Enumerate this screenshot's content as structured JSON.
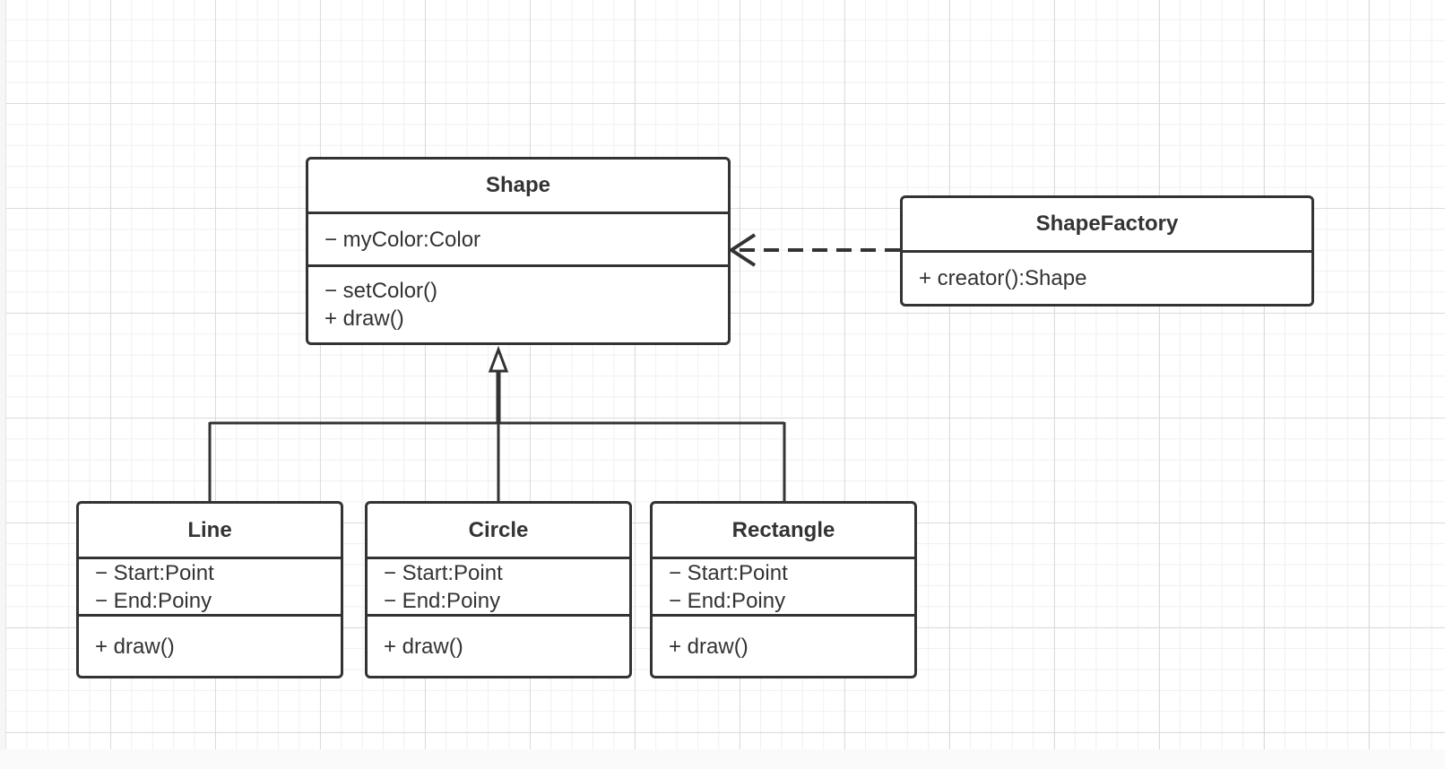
{
  "diagram": {
    "shape": {
      "name": "Shape",
      "attributes": [
        "− myColor:Color"
      ],
      "methods": [
        "− setColor()",
        "+ draw()"
      ]
    },
    "factory": {
      "name": "ShapeFactory",
      "methods": [
        "+ creator():Shape"
      ]
    },
    "line": {
      "name": "Line",
      "attributes": [
        "− Start:Point",
        "− End:Poiny"
      ],
      "methods": [
        "+ draw()"
      ]
    },
    "circle": {
      "name": "Circle",
      "attributes": [
        "− Start:Point",
        "− End:Poiny"
      ],
      "methods": [
        "+ draw()"
      ]
    },
    "rectangle": {
      "name": "Rectangle",
      "attributes": [
        "− Start:Point",
        "− End:Poiny"
      ],
      "methods": [
        "+ draw()"
      ]
    }
  },
  "colors": {
    "stroke": "#333333",
    "grid_major": "#dcdcdc",
    "grid_minor": "#f0f0f0",
    "background": "#ffffff"
  }
}
